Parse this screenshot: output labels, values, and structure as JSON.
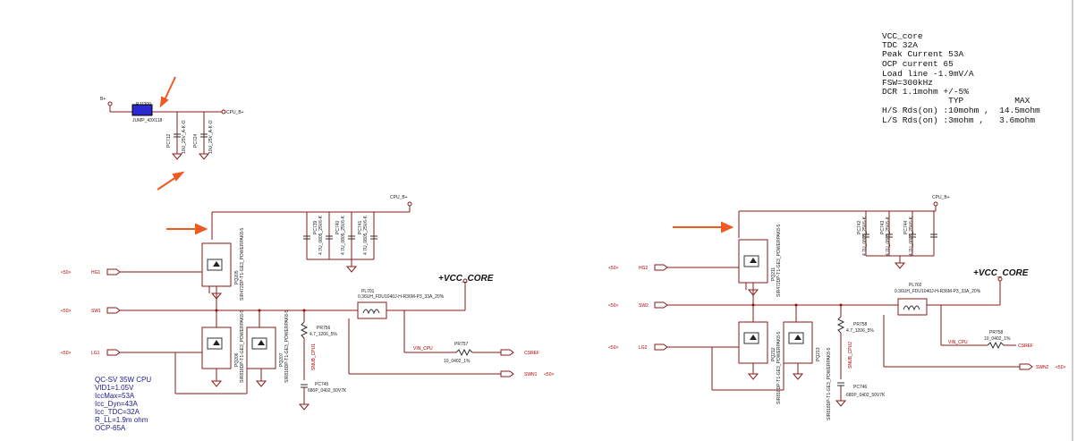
{
  "colors": {
    "wire": "#8b1a1a",
    "net_label": "#b00000",
    "arrow": "#f05a22",
    "note": "#1a1a8c"
  },
  "top": {
    "b_plus": "B+",
    "jump_ref": "PJ7200",
    "jump_part": "JUMP_43X118",
    "cpu_b_plus": "CPU_B+",
    "caps": [
      {
        "ref": "PC712",
        "val": "10U_25V_A-K-O"
      },
      {
        "ref": "PC724",
        "val": "10U_25V_A-K-O"
      }
    ]
  },
  "phase1": {
    "cpu_b_plus": "CPU_B+",
    "vcc_core": "+VCC_CORE",
    "hg": "HG1",
    "sw": "SW1",
    "lg": "LG1",
    "hg_tag": "<50>",
    "sw_tag": "<50>",
    "lg_tag": "<50>",
    "hs_fet": {
      "ref": "PQ205",
      "part": "SIR472DP-T1-GE3_POWERPAK8-5"
    },
    "ls_fets": [
      {
        "ref": "PQ206",
        "part": "SIR818DP-T1-GE3_POWERPAK8-5"
      },
      {
        "ref": "PQ207",
        "part": "SIR818DP-T1-GE3_POWERPAK8-5"
      }
    ],
    "in_caps": [
      {
        "ref": "PC739",
        "val": "4.7U_0805_25V6-K"
      },
      {
        "ref": "PC740",
        "val": "4.7U_0805_25V6-K"
      },
      {
        "ref": "PC741",
        "val": "4.7U_0805_25V6-K"
      }
    ],
    "inductor": {
      "ref": "PL701",
      "val": "0.36UH_FDU1040J-H-R36M-P3_33A_20%"
    },
    "snub_r": {
      "ref": "PR756",
      "val": "4.7_1206_5%"
    },
    "snub_c": {
      "ref": "PC745",
      "val": "680P_0402_50V7K"
    },
    "snub_net": "SNUB_CPU1",
    "sense_r": {
      "ref": "PR757",
      "val": "10_0402_1%"
    },
    "vin_cpu": "VIN_CPU",
    "csref": "CSREF",
    "swn": "SWN1",
    "swn_tag": "<50>",
    "notes": [
      "QC-SV 35W CPU",
      "VID1=1.05V",
      "IccMax=53A",
      "Icc_Dyn=43A",
      "Icc_TDC=32A",
      "R_LL=1.9m ohm",
      "OCP-65A"
    ]
  },
  "phase2": {
    "cpu_b_plus": "CPU_B+",
    "vcc_core": "+VCC_CORE",
    "hg": "HG2",
    "sw": "SW2",
    "lg": "LG2",
    "hg_tag": "<50>",
    "sw_tag": "<50>",
    "lg_tag": "<50>",
    "hs_fet": {
      "ref": "PQ211",
      "part": "SIR472DP-T1-GE3_POWERPAK8-5"
    },
    "ls_fets": [
      {
        "ref": "PQ212",
        "part": "SIR818DP-T1-GE3_POWERPAK8-5"
      },
      {
        "ref": "PQ213",
        "part": "SIR818DP-T1-GE3_POWERPAK8-5"
      }
    ],
    "in_caps": [
      {
        "ref": "PC742",
        "val": "4.7U_0805_25V6-K"
      },
      {
        "ref": "PC743",
        "val": "4.7U_0805_25V6-K"
      },
      {
        "ref": "PC744",
        "val": "4.7U_0805_25V6-K"
      }
    ],
    "inductor": {
      "ref": "PL702",
      "val": "0.36UH_FDU1040J-H-R36M-P3_33A_20%"
    },
    "snub_r": {
      "ref": "PR758",
      "val": "4.7_1206_5%"
    },
    "snub_c": {
      "ref": "PC746",
      "val": "680P_0402_50V7K"
    },
    "snub_net": "SNUB_CPU2",
    "sense_r": {
      "ref": "PR758",
      "val": "10_0402_1%"
    },
    "vin_cpu": "VIN_CPU",
    "csref": "CSREF",
    "swn": "SWN2",
    "swn_tag": "<50>"
  },
  "specs": [
    "VCC_core",
    "TDC 32A",
    "Peak Current  53A",
    "OCP current 65",
    "Load line -1.9mV/A",
    "FSW=300kHz",
    "DCR 1.1mohm +/-5%",
    "             TYP          MAX",
    "H/S Rds(on) :10mohm ,  14.5mohm",
    "L/S Rds(on) :3mohm ,   3.6mohm"
  ]
}
